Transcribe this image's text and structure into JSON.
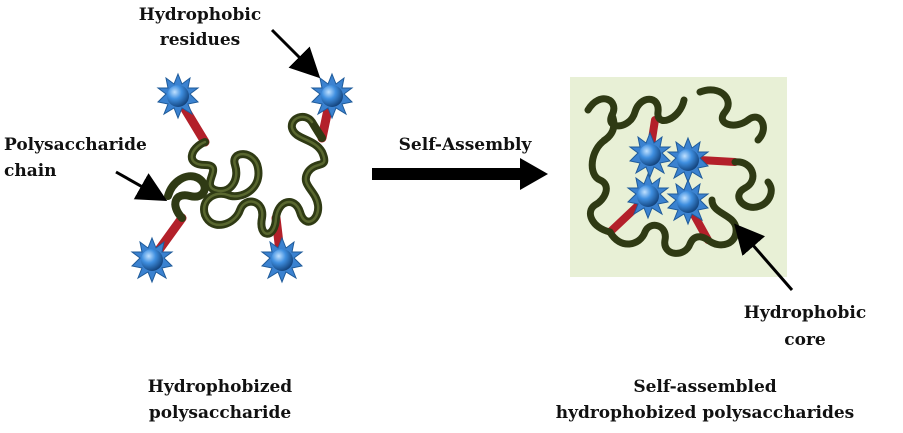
{
  "labels": {
    "hydrophobic_residues": [
      "Hydrophobic",
      "residues"
    ],
    "polysaccharide_chain": [
      "Polysaccharide",
      "chain"
    ],
    "self_assembly": "Self-Assembly",
    "hydrophobic_core": [
      "Hydrophobic",
      "core"
    ],
    "left_caption": [
      "Hydrophobized",
      "polysaccharide"
    ],
    "right_caption": [
      "Self-assembled",
      "hydrophobized polysaccharides"
    ]
  },
  "colors": {
    "chain": "#3d4a1e",
    "chain_highlight": "#6b7a3a",
    "linker": "#b3202a",
    "residue": "#2f79c8",
    "residue_spike": "#4b8fd6",
    "core_panel": "#e8f0d6",
    "arrow": "#000000"
  }
}
